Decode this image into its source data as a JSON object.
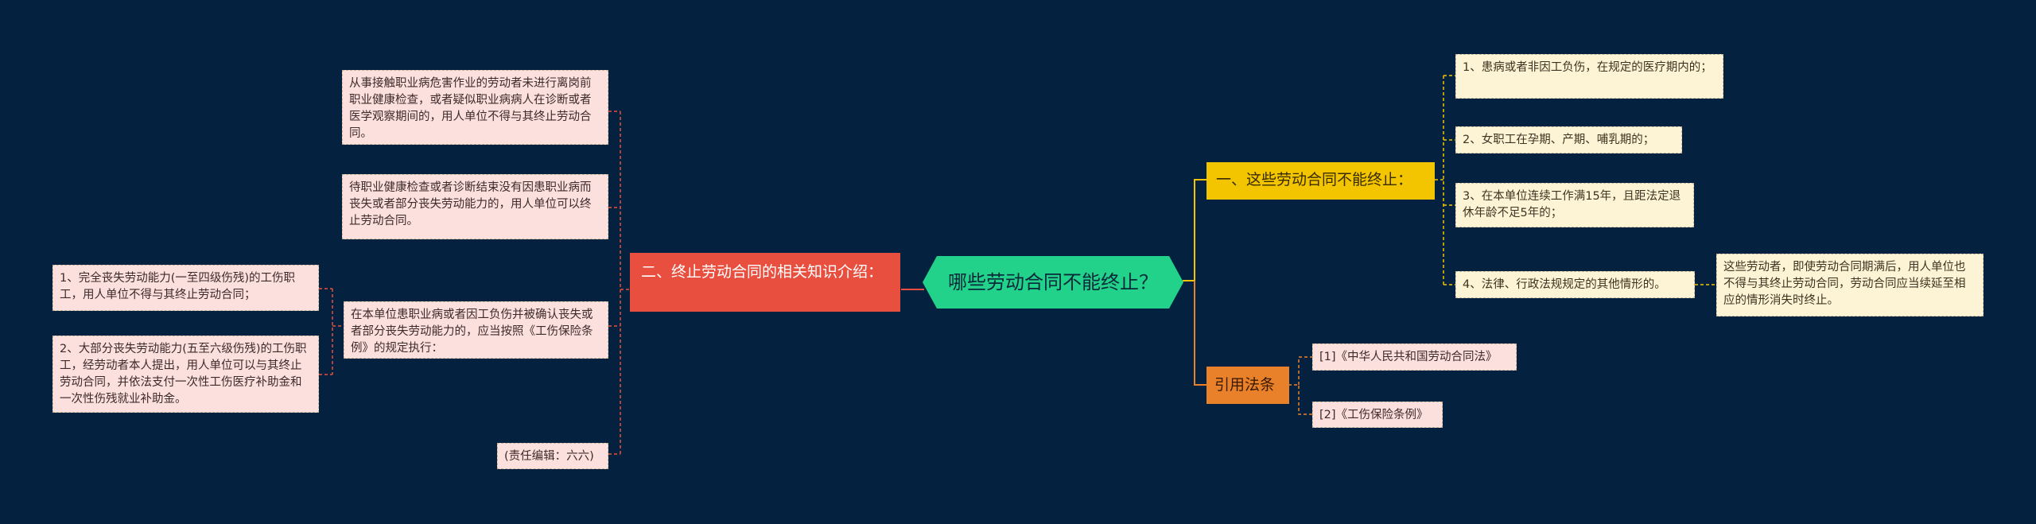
{
  "root": {
    "label": "哪些劳动合同不能终止？"
  },
  "branch_left": {
    "label": "二、终止劳动合同的相关知识介绍：",
    "items": [
      "从事接触职业病危害作业的劳动者未进行离岗前职业健康检查，或者疑似职业病病人在诊断或者医学观察期间的，用人单位不得与其终止劳动合同。",
      "待职业健康检查或者诊断结束没有因患职业病而丧失或者部分丧失劳动能力的，用人单位可以终止劳动合同。",
      "在本单位患职业病或者因工负伤并被确认丧失或者部分丧失劳动能力的，应当按照《工伤保险条例》的规定执行：",
      "(责任编辑：六六)"
    ],
    "sub_items": [
      "1、完全丧失劳动能力(一至四级伤残)的工伤职工，用人单位不得与其终止劳动合同；",
      "2、大部分丧失劳动能力(五至六级伤残)的工伤职工，经劳动者本人提出，用人单位可以与其终止劳动合同，并依法支付一次性工伤医疗补助金和一次性伤残就业补助金。"
    ]
  },
  "branch_right_1": {
    "label": "一、这些劳动合同不能终止：",
    "items": [
      "1、患病或者非因工负伤，在规定的医疗期内的；",
      "2、女职工在孕期、产期、哺乳期的；",
      "3、在本单位连续工作满15年，且距法定退休年龄不足5年的；",
      "4、法律、行政法规规定的其他情形的。"
    ],
    "note": "这些劳动者，即使劳动合同期满后，用人单位也不得与其终止劳动合同，劳动合同应当续延至相应的情形消失时终止。"
  },
  "branch_right_2": {
    "label": "引用法条",
    "items": [
      "[1]《中华人民共和国劳动合同法》",
      "[2]《工伤保险条例》"
    ]
  },
  "colors": {
    "background": "#042240",
    "root": "#22d28a",
    "branch_left": "#e84f3f",
    "branch_right_1": "#f2c500",
    "branch_right_2": "#e9812a",
    "connector_left": "#e84f3f",
    "connector_right": "#f2c500",
    "connector_orange": "#e9812a"
  }
}
